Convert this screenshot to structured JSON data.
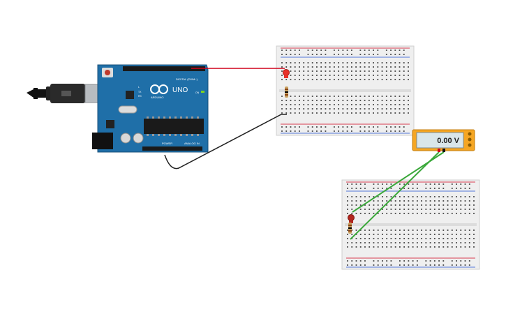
{
  "arduino": {
    "brand": "ARDUINO",
    "model": "UNO",
    "digital_label": "DIGITAL (PWM~)",
    "power_label": "POWER",
    "analog_label": "ANALOG IN",
    "tx_label": "TX",
    "rx_label": "RX",
    "l_label": "L",
    "on_label": "ON",
    "board_color": "#1f6fa8"
  },
  "multimeter": {
    "reading": "0.00 V",
    "body_color": "#f5a623"
  },
  "wires": {
    "signal_color": "#d0021b",
    "ground_color": "#222222",
    "probe_color": "#3aa83a"
  },
  "components": {
    "led_color": "#e8322a",
    "resistor_color": "#c8a060"
  }
}
